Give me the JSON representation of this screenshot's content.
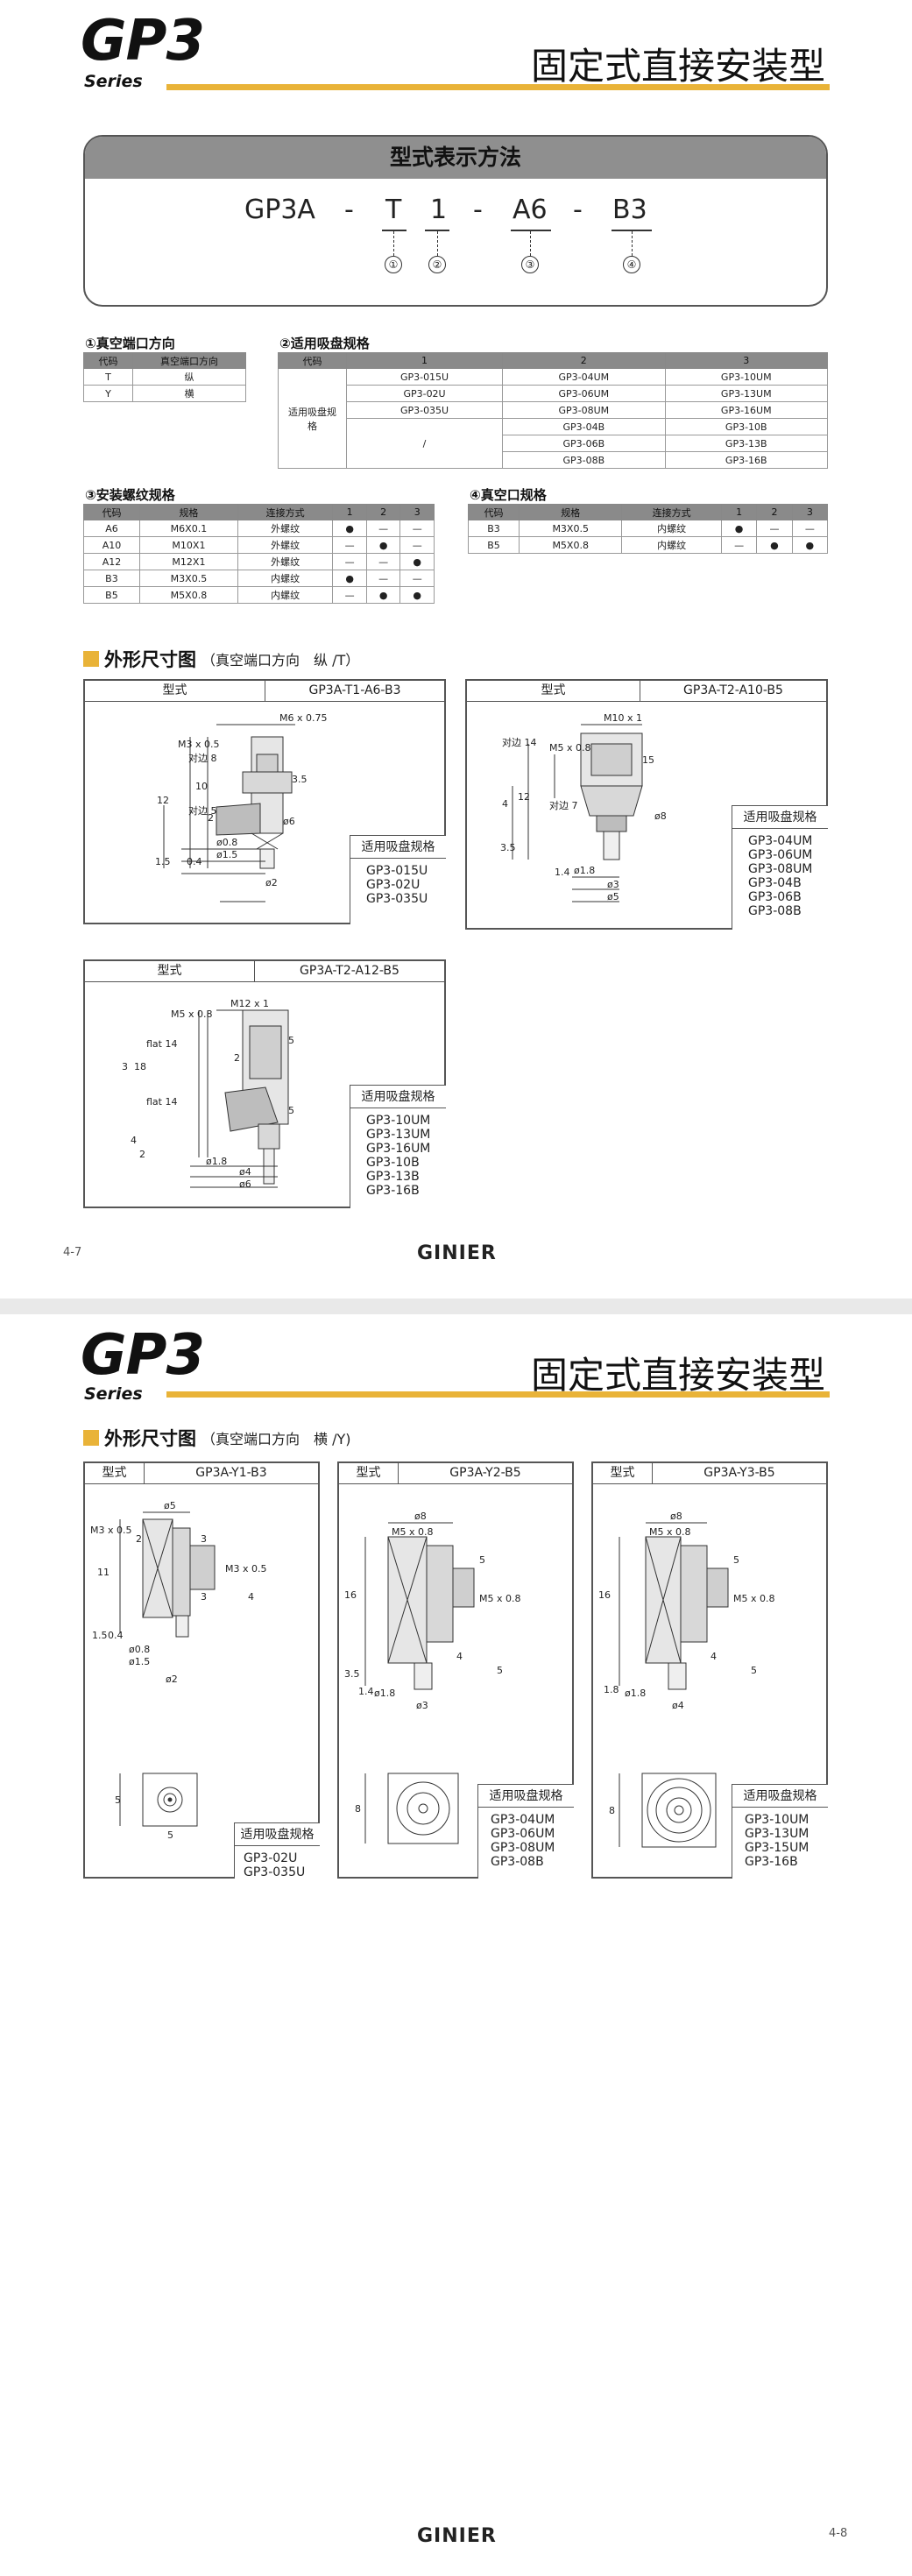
{
  "page1": {
    "logo_gp": "GP3",
    "logo_series": "Series",
    "title": "固定式直接安装型",
    "type_panel": {
      "heading": "型式表示方法",
      "parts": [
        "GP3A",
        "-",
        "T",
        "1",
        "-",
        "A6",
        "-",
        "B3"
      ],
      "markers": [
        "①",
        "②",
        "③",
        "④"
      ]
    },
    "t1": {
      "title": "①真空端口方向",
      "headers": [
        "代码",
        "真空端口方向"
      ],
      "rows": [
        [
          "T",
          "纵"
        ],
        [
          "Y",
          "横"
        ]
      ]
    },
    "t2": {
      "title": "②适用吸盘规格",
      "headers": [
        "代码",
        "1",
        "2",
        "3"
      ],
      "row_label": "适用吸盘规格",
      "rows": [
        [
          "GP3-015U",
          "GP3-04UM",
          "GP3-10UM"
        ],
        [
          "GP3-02U",
          "GP3-06UM",
          "GP3-13UM"
        ],
        [
          "GP3-035U",
          "GP3-08UM",
          "GP3-16UM"
        ],
        [
          "",
          "GP3-04B",
          "GP3-10B"
        ],
        [
          "/",
          "GP3-06B",
          "GP3-13B"
        ],
        [
          "",
          "GP3-08B",
          "GP3-16B"
        ]
      ]
    },
    "t3": {
      "title": "③安装螺纹规格",
      "headers": [
        "代码",
        "规格",
        "连接方式",
        "1",
        "2",
        "3"
      ],
      "rows": [
        [
          "A6",
          "M6X0.1",
          "外螺纹",
          "●",
          "—",
          "—"
        ],
        [
          "A10",
          "M10X1",
          "外螺纹",
          "—",
          "●",
          "—"
        ],
        [
          "A12",
          "M12X1",
          "外螺纹",
          "—",
          "—",
          "●"
        ],
        [
          "B3",
          "M3X0.5",
          "内螺纹",
          "●",
          "—",
          "—"
        ],
        [
          "B5",
          "M5X0.8",
          "内螺纹",
          "—",
          "●",
          "●"
        ]
      ]
    },
    "t4": {
      "title": "④真空口规格",
      "headers": [
        "代码",
        "规格",
        "连接方式",
        "1",
        "2",
        "3"
      ],
      "rows": [
        [
          "B3",
          "M3X0.5",
          "内螺纹",
          "●",
          "—",
          "—"
        ],
        [
          "B5",
          "M5X0.8",
          "内螺纹",
          "—",
          "●",
          "●"
        ]
      ]
    },
    "section": {
      "title": "外形尺寸图",
      "sub": "（真空端口方向　纵 /T）"
    },
    "cards": [
      {
        "label": "型式",
        "model": "GP3A-T1-A6-B3",
        "suit_title": "适用吸盘规格",
        "suit": [
          "GP3-015U",
          "GP3-02U",
          "GP3-035U"
        ],
        "dims": [
          "M6 x 0.75",
          "M3 x 0.5",
          "对边 8",
          "对边 5",
          "3.5",
          "12",
          "10",
          "2",
          "ø6",
          "1.5",
          "0.4",
          "ø0.8",
          "ø1.5",
          "ø2"
        ]
      },
      {
        "label": "型式",
        "model": "GP3A-T2-A10-B5",
        "suit_title": "适用吸盘规格",
        "suit": [
          "GP3-04UM",
          "GP3-06UM",
          "GP3-08UM",
          "GP3-04B",
          "GP3-06B",
          "GP3-08B"
        ],
        "dims": [
          "M10 x 1",
          "对边 14",
          "M5 x 0.8",
          "对边 7",
          "4",
          "12",
          "15",
          "ø8",
          "3.5",
          "1.4",
          "ø1.8",
          "ø3",
          "ø5"
        ]
      },
      {
        "label": "型式",
        "model": "GP3A-T2-A12-B5",
        "suit_title": "适用吸盘规格",
        "suit": [
          "GP3-10UM",
          "GP3-13UM",
          "GP3-16UM",
          "GP3-10B",
          "GP3-13B",
          "GP3-16B"
        ],
        "dims": [
          "M12 x 1",
          "M5 x 0.8",
          "flat 14",
          "flat 14",
          "5",
          "2",
          "3",
          "18",
          "5",
          "4",
          "2",
          "ø1.8",
          "ø4",
          "ø6"
        ]
      }
    ],
    "footer_logo": "GINIER",
    "page_no": "4-7"
  },
  "page2": {
    "logo_gp": "GP3",
    "logo_series": "Series",
    "title": "固定式直接安装型",
    "section": {
      "title": "外形尺寸图",
      "sub": "（真空端口方向　横 /Y)"
    },
    "cards": [
      {
        "label": "型式",
        "model": "GP3A-Y1-B3",
        "suit_title": "适用吸盘规格",
        "suit": [
          "GP3-02U",
          "GP3-035U"
        ],
        "dims": [
          "ø5",
          "M3 x 0.5",
          "2",
          "3",
          "M3 x 0.5",
          "11",
          "3",
          "4",
          "1.5",
          "0.4",
          "ø0.8",
          "ø1.5",
          "ø2",
          "5",
          "5"
        ]
      },
      {
        "label": "型式",
        "model": "GP3A-Y2-B5",
        "suit_title": "适用吸盘规格",
        "suit": [
          "GP3-04UM",
          "GP3-06UM",
          "GP3-08UM",
          "GP3-08B"
        ],
        "dims": [
          "ø8",
          "M5 x 0.8",
          "5",
          "M5 x 0.8",
          "16",
          "4",
          "3.5",
          "1.4",
          "ø1.8",
          "ø3",
          "5",
          "8"
        ]
      },
      {
        "label": "型式",
        "model": "GP3A-Y3-B5",
        "suit_title": "适用吸盘规格",
        "suit": [
          "GP3-10UM",
          "GP3-13UM",
          "GP3-15UM",
          "GP3-16B"
        ],
        "dims": [
          "ø8",
          "M5 x 0.8",
          "5",
          "M5 x 0.8",
          "16",
          "4",
          "5",
          "1.8",
          "ø1.8",
          "ø4",
          "8"
        ]
      }
    ],
    "footer_logo": "GINIER",
    "page_no": "4-8"
  }
}
